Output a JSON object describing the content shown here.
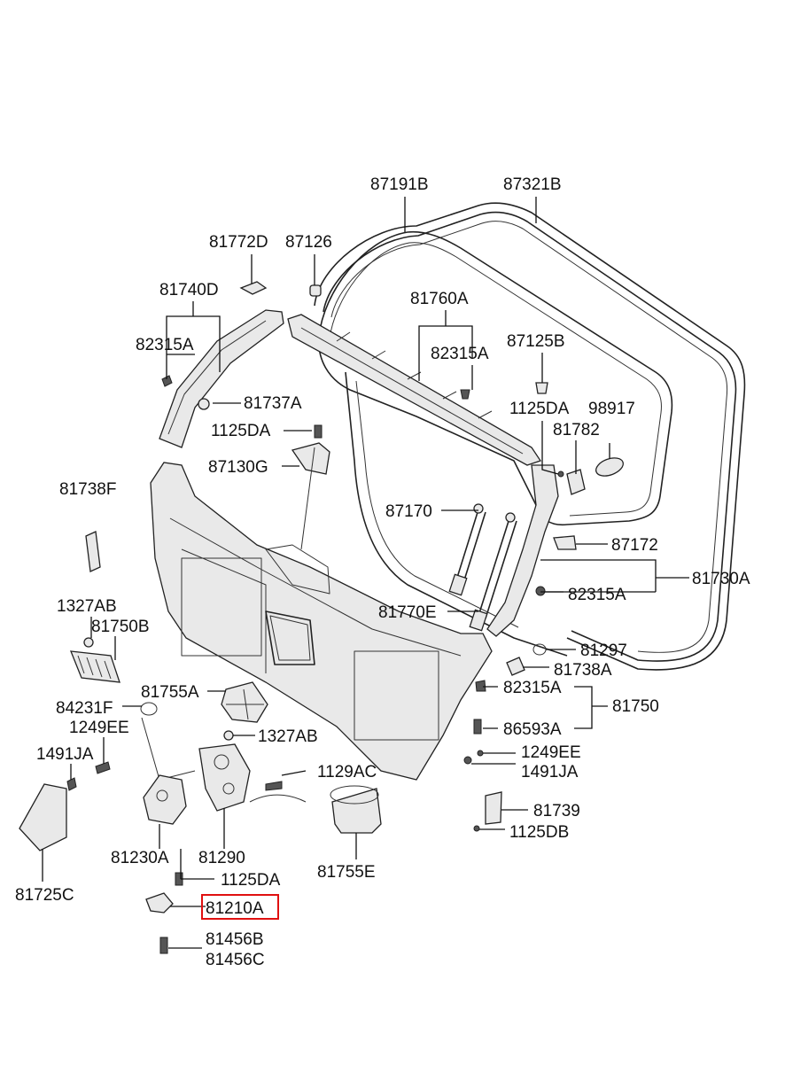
{
  "diagram": {
    "highlight_color": "#e01010",
    "labels": [
      {
        "id": "87191B",
        "text": "87191B"
      },
      {
        "id": "87321B",
        "text": "87321B"
      },
      {
        "id": "81772D",
        "text": "81772D"
      },
      {
        "id": "87126",
        "text": "87126"
      },
      {
        "id": "81740D",
        "text": "81740D"
      },
      {
        "id": "81760A",
        "text": "81760A"
      },
      {
        "id": "82315A_1",
        "text": "82315A"
      },
      {
        "id": "87125B",
        "text": "87125B"
      },
      {
        "id": "82315A_2",
        "text": "82315A"
      },
      {
        "id": "81737A",
        "text": "81737A"
      },
      {
        "id": "1125DA_1",
        "text": "1125DA"
      },
      {
        "id": "98917",
        "text": "98917"
      },
      {
        "id": "1125DA_2",
        "text": "1125DA"
      },
      {
        "id": "81782",
        "text": "81782"
      },
      {
        "id": "87130G",
        "text": "87130G"
      },
      {
        "id": "81738F",
        "text": "81738F"
      },
      {
        "id": "87170",
        "text": "87170"
      },
      {
        "id": "87172",
        "text": "87172"
      },
      {
        "id": "81730A",
        "text": "81730A"
      },
      {
        "id": "82315A_3",
        "text": "82315A"
      },
      {
        "id": "1327AB_1",
        "text": "1327AB"
      },
      {
        "id": "81750B",
        "text": "81750B"
      },
      {
        "id": "81770E",
        "text": "81770E"
      },
      {
        "id": "81297",
        "text": "81297"
      },
      {
        "id": "81738A",
        "text": "81738A"
      },
      {
        "id": "81755A",
        "text": "81755A"
      },
      {
        "id": "82315A_4",
        "text": "82315A"
      },
      {
        "id": "84231F",
        "text": "84231F"
      },
      {
        "id": "81750",
        "text": "81750"
      },
      {
        "id": "1249EE_1",
        "text": "1249EE"
      },
      {
        "id": "1327AB_2",
        "text": "1327AB"
      },
      {
        "id": "86593A",
        "text": "86593A"
      },
      {
        "id": "1491JA_1",
        "text": "1491JA"
      },
      {
        "id": "1249EE_2",
        "text": "1249EE"
      },
      {
        "id": "1491JA_2",
        "text": "1491JA"
      },
      {
        "id": "1129AC",
        "text": "1129AC"
      },
      {
        "id": "81739",
        "text": "81739"
      },
      {
        "id": "1125DB",
        "text": "1125DB"
      },
      {
        "id": "81230A",
        "text": "81230A"
      },
      {
        "id": "81290",
        "text": "81290"
      },
      {
        "id": "81755E",
        "text": "81755E"
      },
      {
        "id": "1125DA_3",
        "text": "1125DA"
      },
      {
        "id": "81725C",
        "text": "81725C"
      },
      {
        "id": "81210A",
        "text": "81210A"
      },
      {
        "id": "81456B",
        "text": "81456B"
      },
      {
        "id": "81456C",
        "text": "81456C"
      }
    ]
  }
}
